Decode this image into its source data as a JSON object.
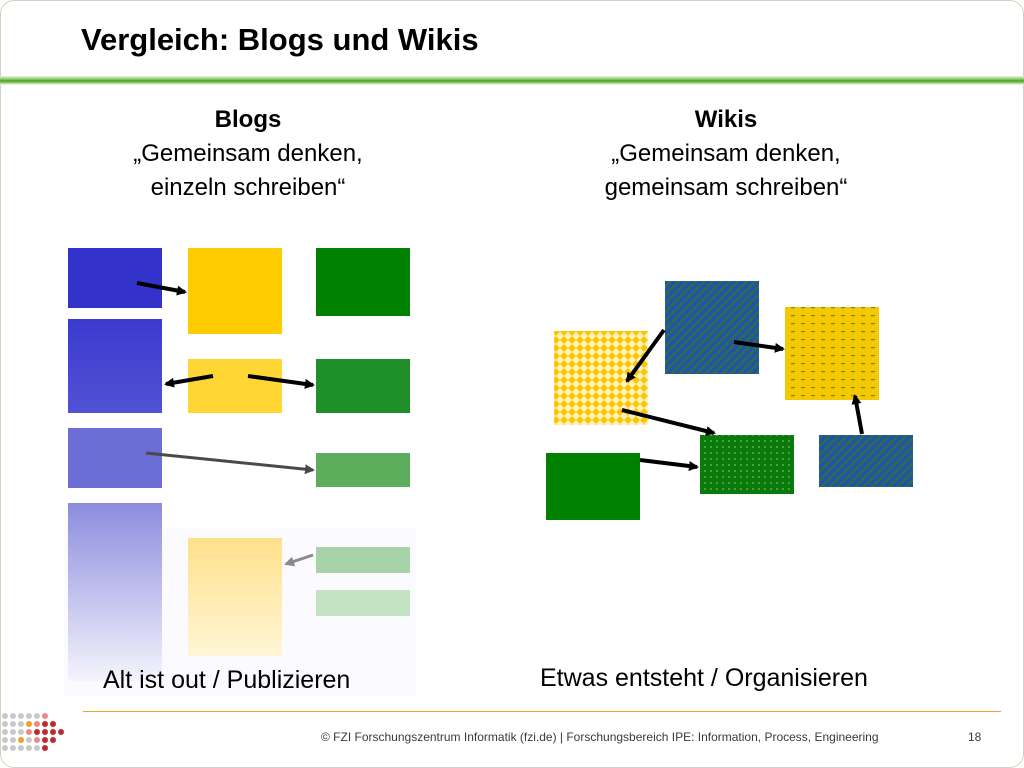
{
  "slide": {
    "title": "Vergleich: Blogs und Wikis",
    "blogs": {
      "heading": "Blogs",
      "quote_line1": "„Gemeinsam denken,",
      "quote_line2": "einzeln schreiben“",
      "caption": "Alt ist out / Publizieren"
    },
    "wikis": {
      "heading": "Wikis",
      "quote_line1": "„Gemeinsam denken,",
      "quote_line2": "gemeinsam schreiben“",
      "caption": "Etwas entsteht / Organisieren"
    },
    "footer": "© FZI Forschungszentrum Informatik (fzi.de) |  Forschungsbereich IPE: Information, Process, Engineering",
    "page_number": "18"
  },
  "colors": {
    "blue": "#3333cc",
    "yellow": "#ffcc00",
    "green": "#008000",
    "accent_rule": "#4aa02a",
    "footer_rule": "#f0a030",
    "logo_red": "#c0282d",
    "logo_gray": "#c8c8c8"
  }
}
